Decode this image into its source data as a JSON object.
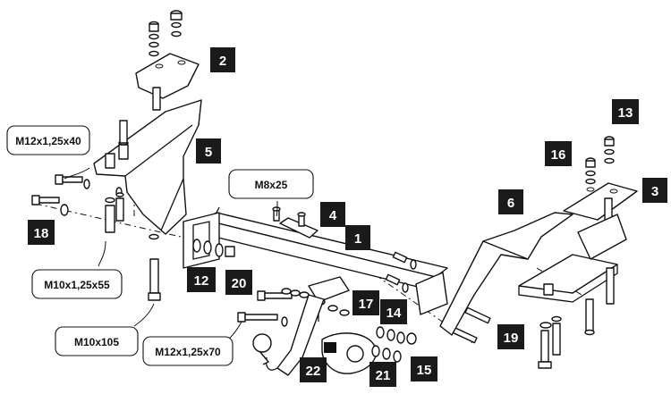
{
  "part_numbers": {
    "p1": "1",
    "p2": "2",
    "p3": "3",
    "p4": "4",
    "p5": "5",
    "p6": "6",
    "p12": "12",
    "p13": "13",
    "p14": "14",
    "p15": "15",
    "p16": "16",
    "p17": "17",
    "p18": "18",
    "p19": "19",
    "p20": "20",
    "p21": "21",
    "p22": "22"
  },
  "bolt_specs": {
    "m12x40": "M12x1,25x40",
    "m8x25": "M8x25",
    "m10x55": "M10x1,25x55",
    "m10x105": "M10x105",
    "m12x70": "M12x1,25x70"
  }
}
